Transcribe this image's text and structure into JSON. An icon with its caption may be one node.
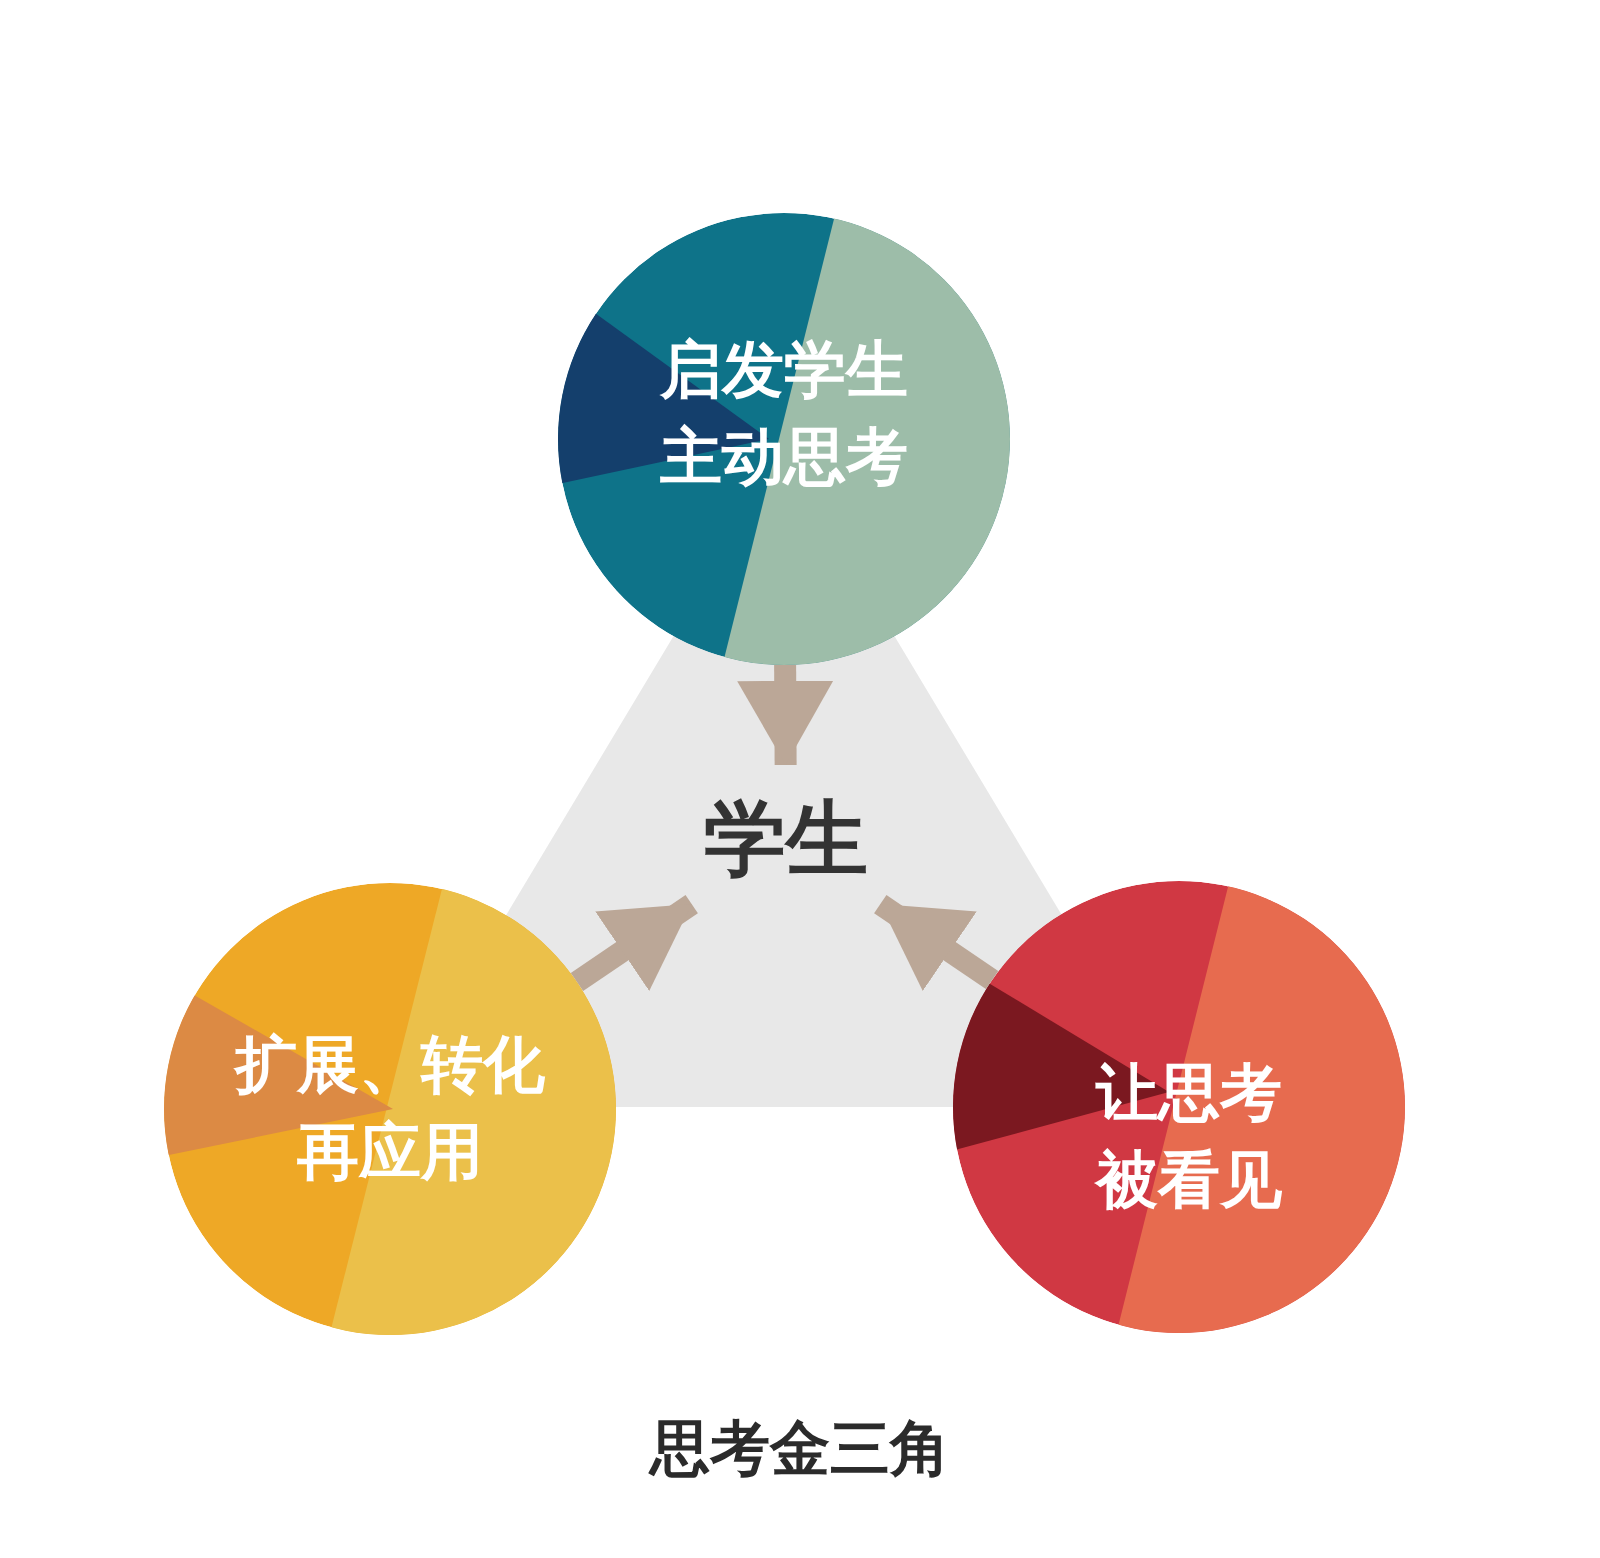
{
  "diagram": {
    "caption": "思考金三角",
    "nodes": [
      {
        "text": [
          "启发学生主动思考"
        ]
      },
      {
        "text": [
          "学生"
        ]
      },
      {
        "text": [
          "扩展、转化再应用"
        ]
      },
      {
        "text": [
          "让思考被看见"
        ]
      }
    ],
    "edges": [
      {
        "from": 0,
        "to": 1,
        "arrow": "to"
      },
      {
        "from": 2,
        "to": 1,
        "arrow": "to"
      },
      {
        "from": 3,
        "to": 1,
        "arrow": "to"
      }
    ]
  }
}
